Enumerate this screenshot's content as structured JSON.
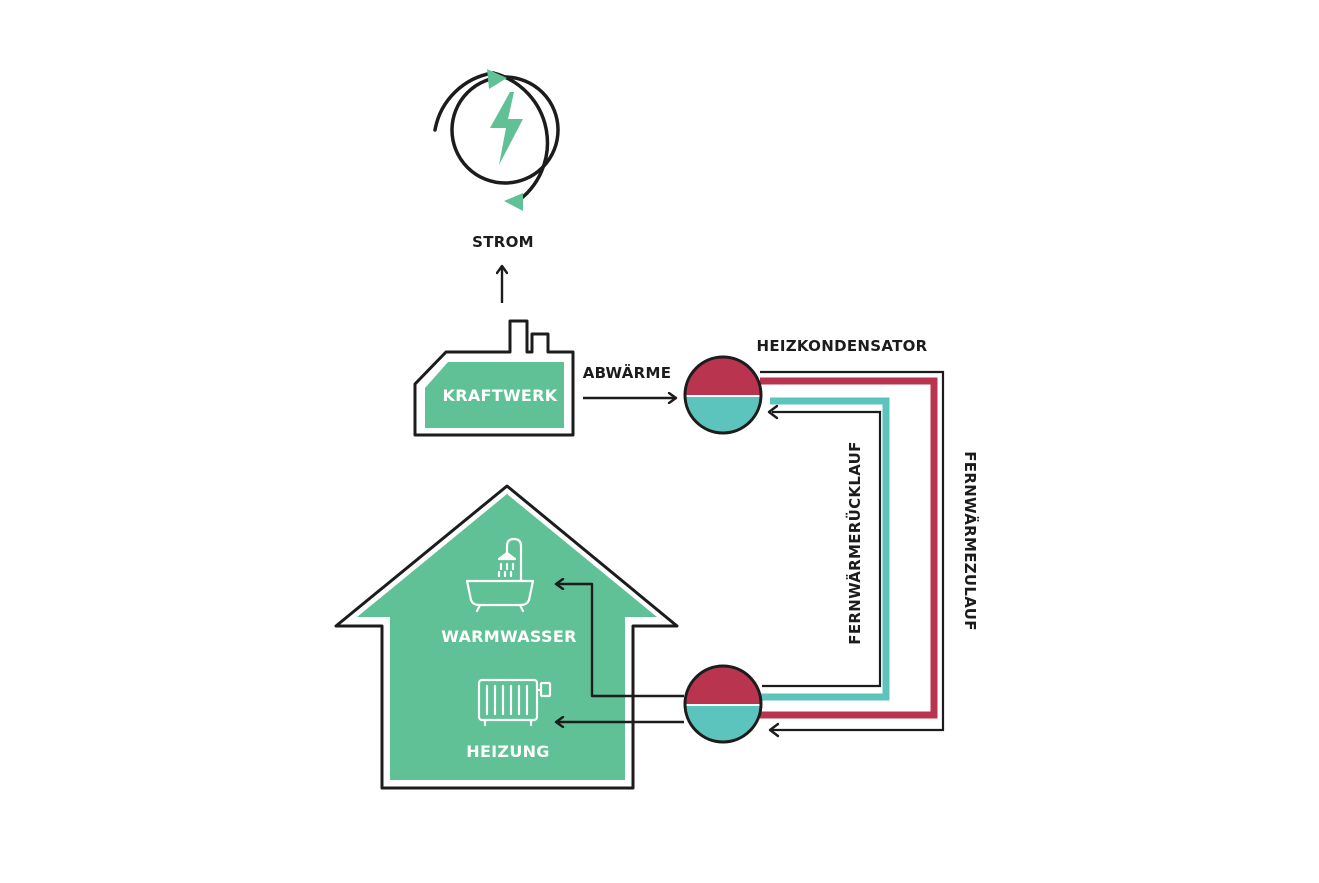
{
  "labels": {
    "strom": "STROM",
    "kraftwerk": "KRAFTWERK",
    "abwaerme": "ABWÄRME",
    "heizkondensator": "HEIZKONDENSATOR",
    "fernwaermeruecklauf": "FERNWÄRMERÜCKLAUF",
    "fernwaermezulauf": "FERNWÄRMEZULAUF",
    "warmwasser": "WARMWASSER",
    "heizung": "HEIZUNG"
  },
  "icons": {
    "power": "lightning-cycle-icon",
    "plant": "factory-icon",
    "condenser": "heat-exchanger-icon",
    "house": "house-icon",
    "bath": "bathtub-shower-icon",
    "radiator": "radiator-icon"
  },
  "colors": {
    "green": "#5fc195",
    "red": "#b8344f",
    "teal": "#5cc3bd",
    "line": "#1c1c1c",
    "background": "#ffffff"
  }
}
